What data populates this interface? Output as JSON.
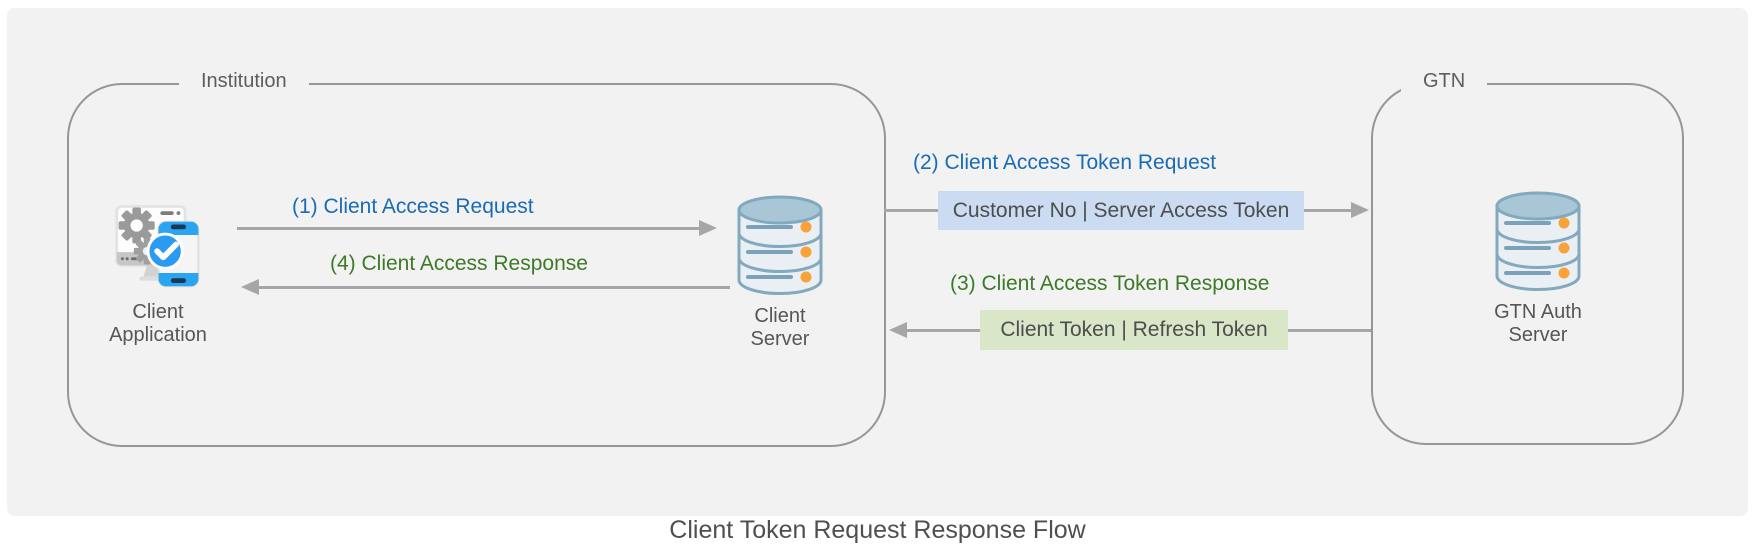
{
  "title": "Client Token Request Response Flow",
  "containers": {
    "institution": {
      "label": "Institution"
    },
    "gtn": {
      "label": "GTN"
    }
  },
  "nodes": {
    "client_application": {
      "label": "Client\nApplication"
    },
    "client_server": {
      "label": "Client\nServer"
    },
    "gtn_auth_server": {
      "label": "GTN Auth\nServer"
    }
  },
  "messages": {
    "m1": {
      "label": "(1) Client Access Request",
      "direction": "right"
    },
    "m2": {
      "label": "(2) Client Access Token Request",
      "payload": "Customer No | Server Access Token",
      "direction": "right"
    },
    "m3": {
      "label": "(3) Client Access Token Response",
      "payload": "Client Token | Refresh Token",
      "direction": "left"
    },
    "m4": {
      "label": "(4) Client Access Response",
      "direction": "left"
    }
  },
  "colors": {
    "request_text": "#1a6bb5",
    "response_text": "#3c7a28",
    "request_payload_bg": "#cbdcf2",
    "response_payload_bg": "#d9e7c8",
    "arrow": "#a6a6a6",
    "container_border": "#969696",
    "canvas_bg": "#f2f2f2"
  }
}
